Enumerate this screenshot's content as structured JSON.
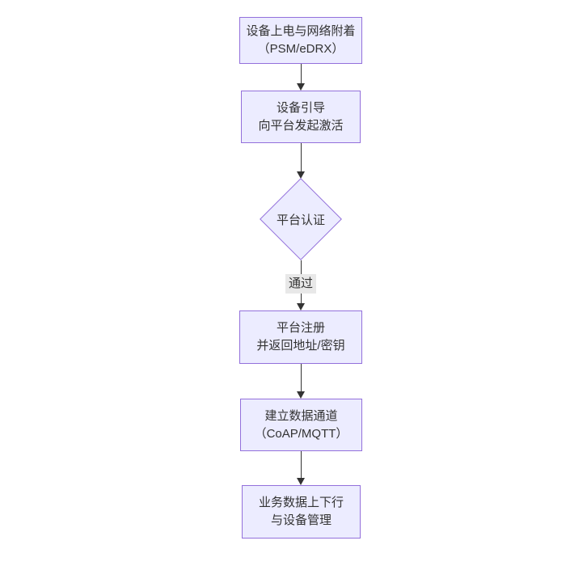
{
  "flowchart": {
    "nodes": [
      {
        "id": "A",
        "shape": "rect",
        "lines": [
          "设备上电与网络附着",
          "（PSM/eDRX）"
        ]
      },
      {
        "id": "B",
        "shape": "rect",
        "lines": [
          "设备引导",
          "向平台发起激活"
        ]
      },
      {
        "id": "C",
        "shape": "diamond",
        "lines": [
          "平台认证"
        ]
      },
      {
        "id": "D",
        "shape": "rect",
        "lines": [
          "平台注册",
          "并返回地址/密钥"
        ]
      },
      {
        "id": "E",
        "shape": "rect",
        "lines": [
          "建立数据通道",
          "（CoAP/MQTT）"
        ]
      },
      {
        "id": "F",
        "shape": "rect",
        "lines": [
          "业务数据上下行",
          "与设备管理"
        ]
      }
    ],
    "edges": [
      {
        "from": "A",
        "to": "B",
        "label": ""
      },
      {
        "from": "B",
        "to": "C",
        "label": ""
      },
      {
        "from": "C",
        "to": "D",
        "label": "通过"
      },
      {
        "from": "D",
        "to": "E",
        "label": ""
      },
      {
        "from": "E",
        "to": "F",
        "label": ""
      }
    ],
    "theme": {
      "node_fill": "#ECECFF",
      "node_border": "#9370DB",
      "line_color": "#333333",
      "text_color": "#333333",
      "edge_label_bg": "#e8e8e8",
      "background": "#ffffff"
    }
  }
}
